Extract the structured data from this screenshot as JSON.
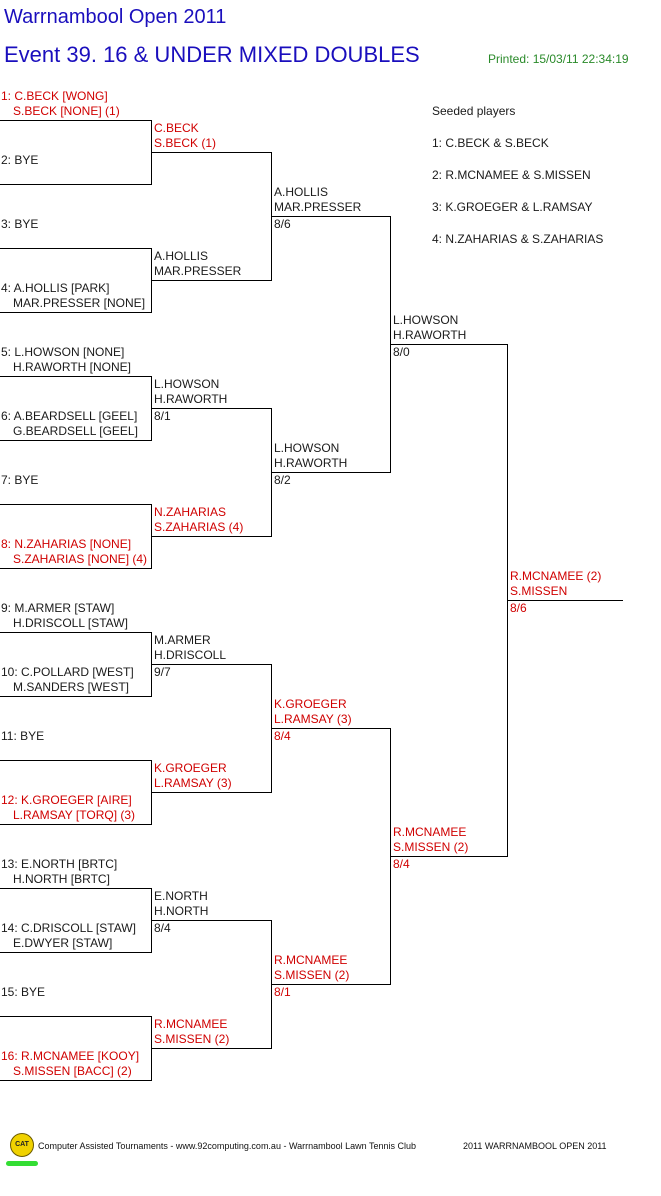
{
  "header": {
    "tournament": "Warrnambool Open 2011",
    "event": "Event 39. 16 & UNDER MIXED DOUBLES",
    "printed": "Printed: 15/03/11 22:34:19"
  },
  "seeds": {
    "title": "Seeded players",
    "items": [
      "1: C.BECK & S.BECK",
      "2: R.MCNAMEE & S.MISSEN",
      "3: K.GROEGER & L.RAMSAY",
      "4: N.ZAHARIAS & S.ZAHARIAS"
    ]
  },
  "draw": [
    {
      "p1": "1: C.BECK [WONG]",
      "p2": "S.BECK [NONE] (1)",
      "seeded": true
    },
    {
      "p1": "2: BYE",
      "p2": "",
      "seeded": false
    },
    {
      "p1": "3: BYE",
      "p2": "",
      "seeded": false
    },
    {
      "p1": "4: A.HOLLIS [PARK]",
      "p2": "MAR.PRESSER [NONE]",
      "seeded": false
    },
    {
      "p1": "5: L.HOWSON [NONE]",
      "p2": "H.RAWORTH [NONE]",
      "seeded": false
    },
    {
      "p1": "6: A.BEARDSELL [GEEL]",
      "p2": "G.BEARDSELL [GEEL]",
      "seeded": false
    },
    {
      "p1": "7: BYE",
      "p2": "",
      "seeded": false
    },
    {
      "p1": "8: N.ZAHARIAS [NONE]",
      "p2": "S.ZAHARIAS [NONE] (4)",
      "seeded": true
    },
    {
      "p1": "9: M.ARMER [STAW]",
      "p2": "H.DRISCOLL [STAW]",
      "seeded": false
    },
    {
      "p1": "10: C.POLLARD [WEST]",
      "p2": "M.SANDERS [WEST]",
      "seeded": false
    },
    {
      "p1": "11: BYE",
      "p2": "",
      "seeded": false
    },
    {
      "p1": "12: K.GROEGER [AIRE]",
      "p2": "L.RAMSAY [TORQ] (3)",
      "seeded": true
    },
    {
      "p1": "13: E.NORTH [BRTC]",
      "p2": "H.NORTH [BRTC]",
      "seeded": false
    },
    {
      "p1": "14: C.DRISCOLL [STAW]",
      "p2": "E.DWYER [STAW]",
      "seeded": false
    },
    {
      "p1": "15: BYE",
      "p2": "",
      "seeded": false
    },
    {
      "p1": "16: R.MCNAMEE [KOOY]",
      "p2": "S.MISSEN [BACC] (2)",
      "seeded": true
    }
  ],
  "round2": [
    {
      "n1": "C.BECK",
      "n2": "S.BECK (1)",
      "score": "",
      "seeded": true
    },
    {
      "n1": "A.HOLLIS",
      "n2": "MAR.PRESSER",
      "score": "",
      "seeded": false
    },
    {
      "n1": "L.HOWSON",
      "n2": "H.RAWORTH",
      "score": "8/1",
      "seeded": false
    },
    {
      "n1": "N.ZAHARIAS",
      "n2": "S.ZAHARIAS (4)",
      "score": "",
      "seeded": true
    },
    {
      "n1": "M.ARMER",
      "n2": "H.DRISCOLL",
      "score": "9/7",
      "seeded": false
    },
    {
      "n1": "K.GROEGER",
      "n2": "L.RAMSAY (3)",
      "score": "",
      "seeded": true
    },
    {
      "n1": "E.NORTH",
      "n2": "H.NORTH",
      "score": "8/4",
      "seeded": false
    },
    {
      "n1": "R.MCNAMEE",
      "n2": "S.MISSEN (2)",
      "score": "",
      "seeded": true
    }
  ],
  "quarterfinals": [
    {
      "n1": "A.HOLLIS",
      "n2": "MAR.PRESSER",
      "score": "8/6",
      "seeded": false
    },
    {
      "n1": "L.HOWSON",
      "n2": "H.RAWORTH",
      "score": "8/2",
      "seeded": false
    },
    {
      "n1": "K.GROEGER",
      "n2": "L.RAMSAY (3)",
      "score": "8/4",
      "seeded": true
    },
    {
      "n1": "R.MCNAMEE",
      "n2": "S.MISSEN (2)",
      "score": "8/1",
      "seeded": true
    }
  ],
  "semifinals": [
    {
      "n1": "L.HOWSON",
      "n2": "H.RAWORTH",
      "score": "8/0",
      "seeded": false
    },
    {
      "n1": "R.MCNAMEE",
      "n2": "S.MISSEN (2)",
      "score": "8/4",
      "seeded": true
    }
  ],
  "final": {
    "n1": "R.MCNAMEE (2)",
    "n2": "S.MISSEN",
    "score": "8/6",
    "seeded": true
  },
  "footer": {
    "logo": "CAT",
    "left": "Computer Assisted Tournaments - www.92computing.com.au -  Warrnambool Lawn Tennis Club",
    "right": "2011 WARRNAMBOOL OPEN 2011"
  },
  "colors": {
    "seeded": "#d00000",
    "title": "#1a0ebd",
    "printed": "#2a8a2a",
    "text": "#1a1a1a"
  }
}
